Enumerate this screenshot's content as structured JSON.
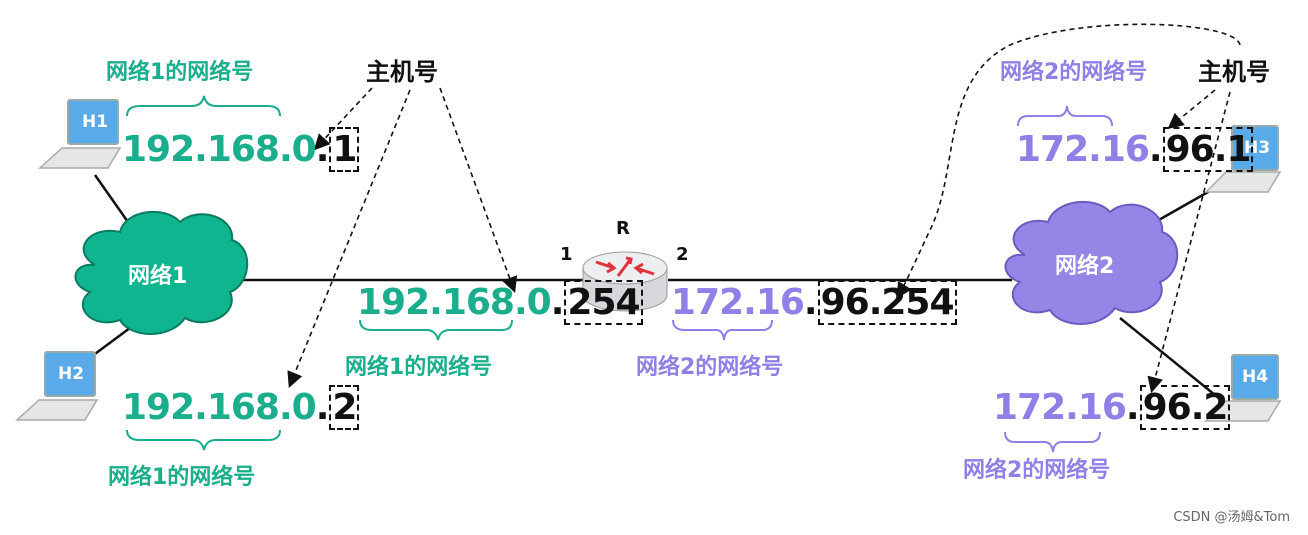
{
  "header_labels": {
    "host_number": "主机号"
  },
  "net1": {
    "net_label": "网络1的网络号",
    "cloud_label": "网络1",
    "color": "#1aae8c",
    "h1": {
      "name": "H1",
      "ip_net": "192.168.0",
      "ip_host": "1"
    },
    "h2": {
      "name": "H2",
      "ip_net": "192.168.0",
      "ip_host": "2"
    },
    "router_if": {
      "ip_net": "192.168.0",
      "ip_host": "254"
    }
  },
  "net2": {
    "net_label": "网络2的网络号",
    "cloud_label": "网络2",
    "color": "#8f7fe6",
    "h3": {
      "name": "H3",
      "ip_net": "172.16",
      "ip_host": "96.1"
    },
    "h4": {
      "name": "H4",
      "ip_net": "172.16",
      "ip_host": "96.2"
    },
    "router_if": {
      "ip_net": "172.16",
      "ip_host": "96.254"
    }
  },
  "router": {
    "name": "R",
    "port1": "1",
    "port2": "2"
  },
  "watermark": "CSDN @汤姆&Tom"
}
